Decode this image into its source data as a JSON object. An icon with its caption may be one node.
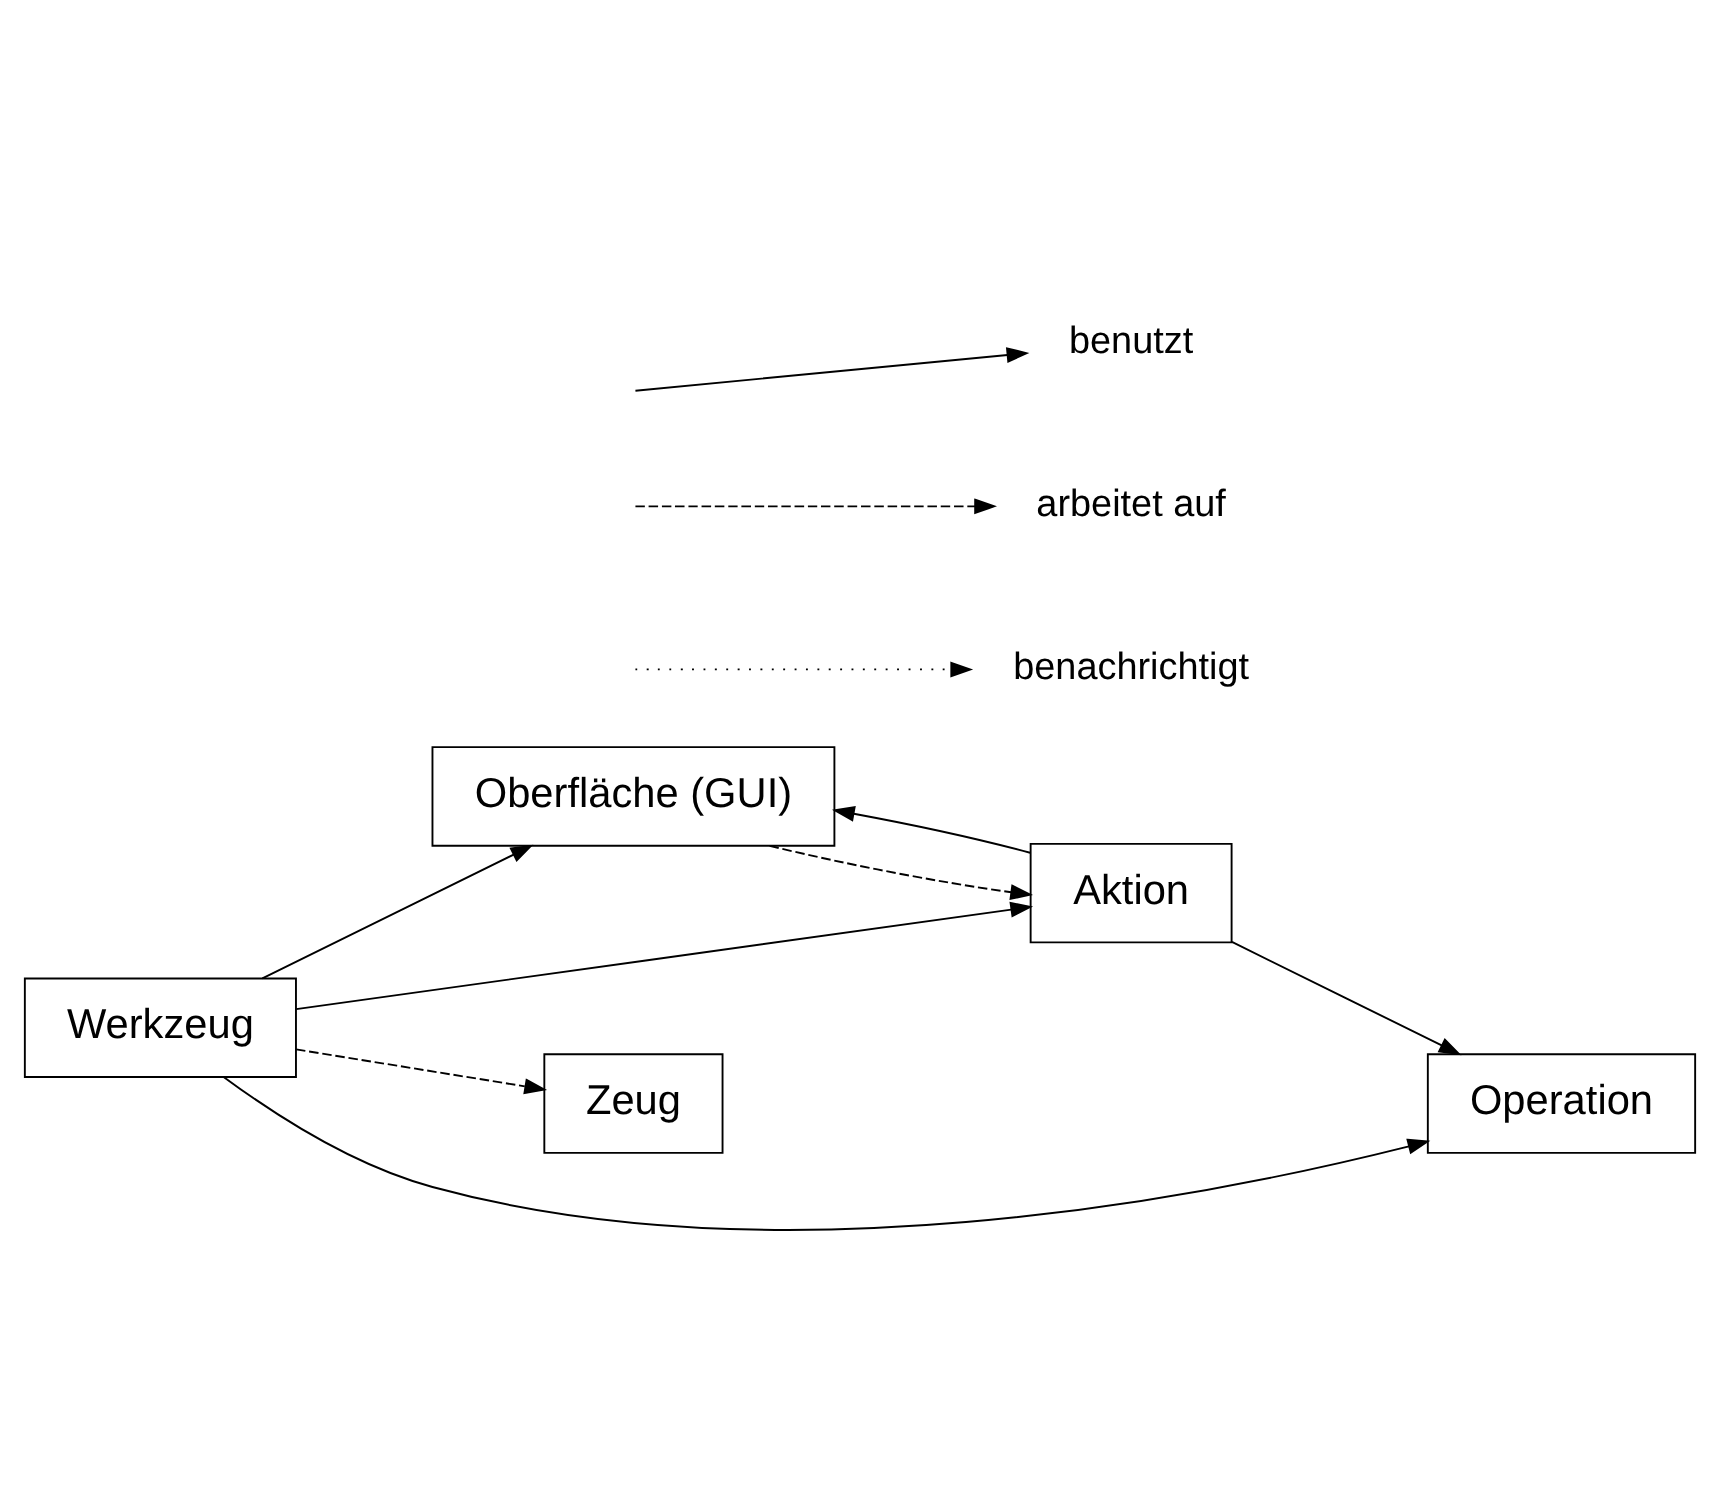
{
  "diagram": {
    "nodes": [
      {
        "text": [
          "Oberfläche (GUI)"
        ]
      },
      {
        "text": [
          "Werkzeug"
        ]
      },
      {
        "text": [
          "Aktion"
        ]
      },
      {
        "text": [
          "Zeug"
        ]
      },
      {
        "text": [
          "Operation"
        ]
      }
    ],
    "edges": [
      {
        "from": 1,
        "to": 0,
        "arrow": "to"
      },
      {
        "from": 1,
        "to": 2,
        "arrow": "to"
      },
      {
        "from": 1,
        "to": 4,
        "arrow": "to"
      },
      {
        "from": 1,
        "to": 3,
        "arrow": "to",
        "style": "dashed"
      },
      {
        "from": 0,
        "to": 2,
        "arrow": "to",
        "style": "dashed"
      },
      {
        "from": 2,
        "to": 0,
        "arrow": "to"
      },
      {
        "from": 2,
        "to": 4,
        "arrow": "to"
      }
    ],
    "legend": [
      {
        "text": "benutzt"
      },
      {
        "text": "arbeitet auf"
      },
      {
        "text": "benachrichtigt"
      }
    ]
  }
}
